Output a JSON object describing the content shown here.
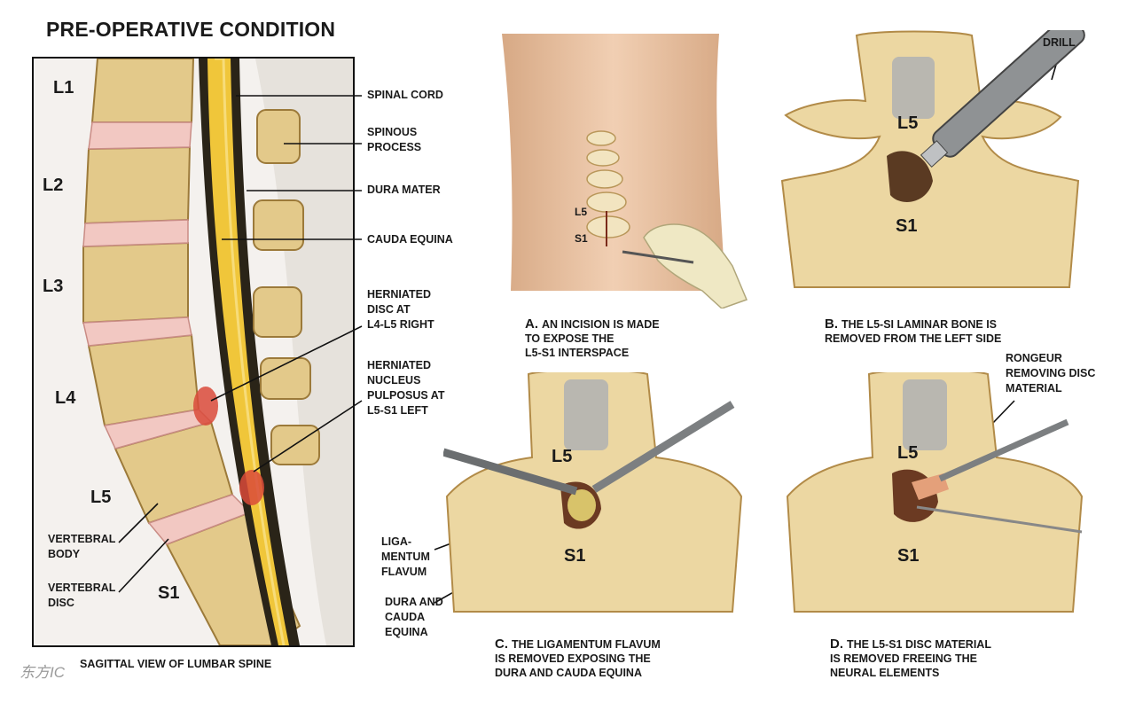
{
  "title": "PRE-OPERATIVE CONDITION",
  "sagittal": {
    "levels": [
      "L1",
      "L2",
      "L3",
      "L4",
      "L5",
      "S1"
    ],
    "labels": {
      "spinal_cord": "SPINAL CORD",
      "spinous_process": "SPINOUS\nPROCESS",
      "dura_mater": "DURA MATER",
      "cauda_equina": "CAUDA EQUINA",
      "herniated_disc": "HERNIATED\nDISC AT\nL4-L5 RIGHT",
      "herniated_nucleus": "HERNIATED\nNUCLEUS\nPULPOSUS AT\nL5-S1 LEFT",
      "vertebral_body": "VERTEBRAL\nBODY",
      "vertebral_disc": "VERTEBRAL\nDISC"
    },
    "caption": "SAGITTAL VIEW OF LUMBAR SPINE"
  },
  "panels": {
    "a": {
      "letter": "A.",
      "caption": "AN INCISION IS MADE\nTO EXPOSE THE\nL5-S1 INTERSPACE",
      "labels": {
        "l5": "L5",
        "s1": "S1"
      }
    },
    "b": {
      "letter": "B.",
      "caption": "THE L5-SI LAMINAR BONE IS\nREMOVED FROM THE LEFT SIDE",
      "labels": {
        "l5": "L5",
        "s1": "S1",
        "drill": "DRILL"
      }
    },
    "c": {
      "letter": "C.",
      "caption": "THE LIGAMENTUM FLAVUM\nIS REMOVED EXPOSING THE\nDURA AND CAUDA EQUINA",
      "labels": {
        "l5": "L5",
        "s1": "S1",
        "ligamentum": "LIGA-\nMENTUM\nFLAVUM",
        "dura": "DURA AND\nCAUDA\nEQUINA"
      }
    },
    "d": {
      "letter": "D.",
      "caption": "THE L5-S1 DISC MATERIAL\nIS REMOVED FREEING THE\nNEURAL ELEMENTS",
      "labels": {
        "l5": "L5",
        "s1": "S1",
        "rongeur": "RONGEUR\nREMOVING DISC\nMATERIAL"
      }
    }
  },
  "watermark": "东方IC",
  "colors": {
    "bone": "#e9d29a",
    "bone_dark": "#c7a25e",
    "disc": "#f1c2bd",
    "nerve": "#f0c63a",
    "herniation": "#d94a3a",
    "skin": "#e8c3a3"
  }
}
